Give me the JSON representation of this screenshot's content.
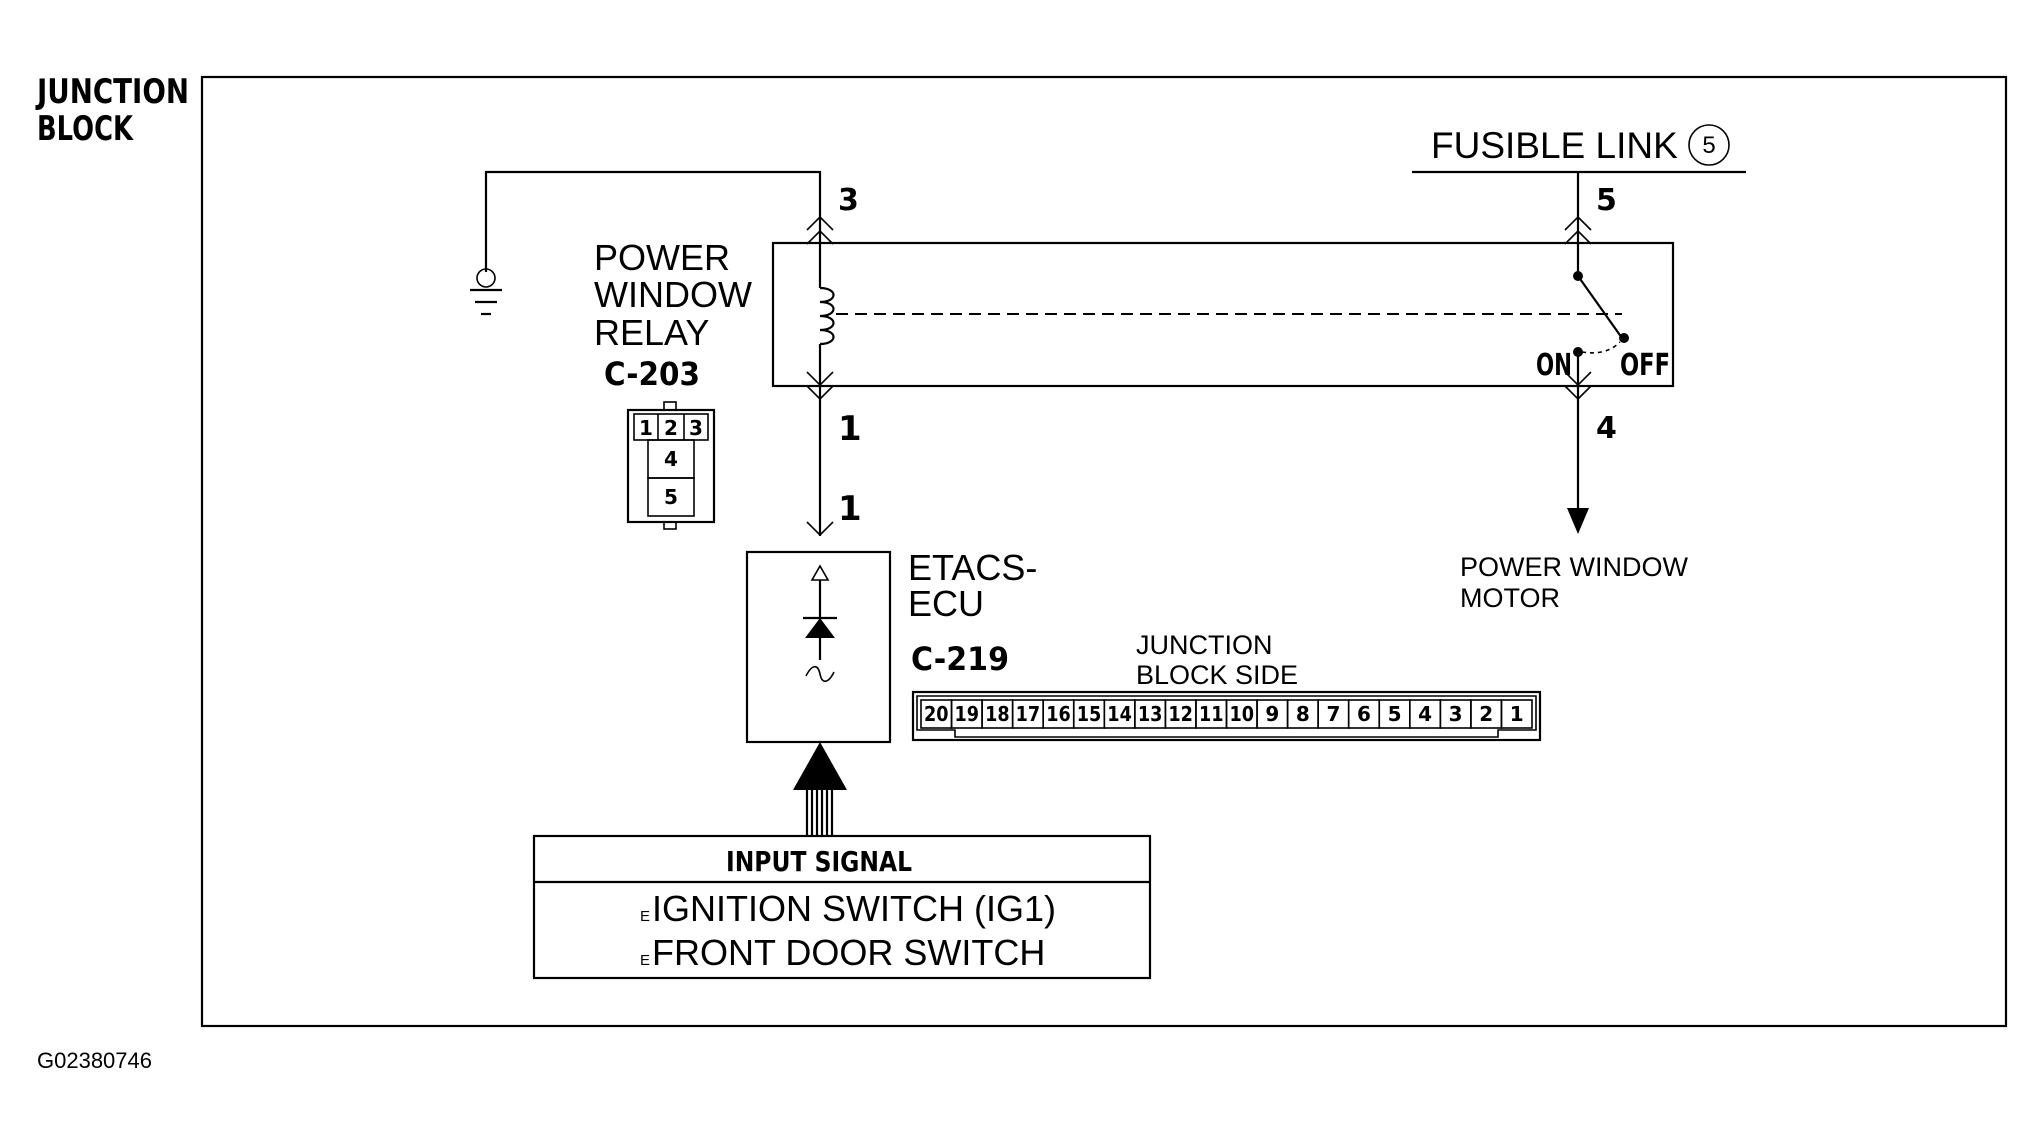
{
  "junction_block": {
    "line1": "JUNCTION",
    "line2": "BLOCK"
  },
  "fusible_link": {
    "label": "FUSIBLE LINK",
    "number": "5"
  },
  "relay": {
    "line1": "POWER",
    "line2": "WINDOW",
    "line3": "RELAY",
    "connector": "C-203",
    "pin_top": "3",
    "pin_bottom": "1",
    "pin_power_in": "5",
    "pin_power_out": "4",
    "switch_on": "ON",
    "switch_off": "OFF",
    "connector_pins_row1": [
      "1",
      "2",
      "3"
    ],
    "connector_pin_4": "4",
    "connector_pin_5": "5"
  },
  "etacs": {
    "line1": "ETACS-",
    "line2": "ECU",
    "connector": "C-219",
    "pin": "1"
  },
  "junction_block_side": {
    "line1": "JUNCTION",
    "line2": "BLOCK SIDE",
    "pins": [
      "20",
      "19",
      "18",
      "17",
      "16",
      "15",
      "14",
      "13",
      "12",
      "11",
      "10",
      "9",
      "8",
      "7",
      "6",
      "5",
      "4",
      "3",
      "2",
      "1"
    ]
  },
  "motor": {
    "line1": "POWER WINDOW",
    "line2": "MOTOR"
  },
  "input_signal": {
    "header": "INPUT SIGNAL",
    "items": [
      "IGNITION SWITCH (IG1)",
      "FRONT DOOR SWITCH"
    ],
    "bullet": "E"
  },
  "figure_id": "G02380746"
}
